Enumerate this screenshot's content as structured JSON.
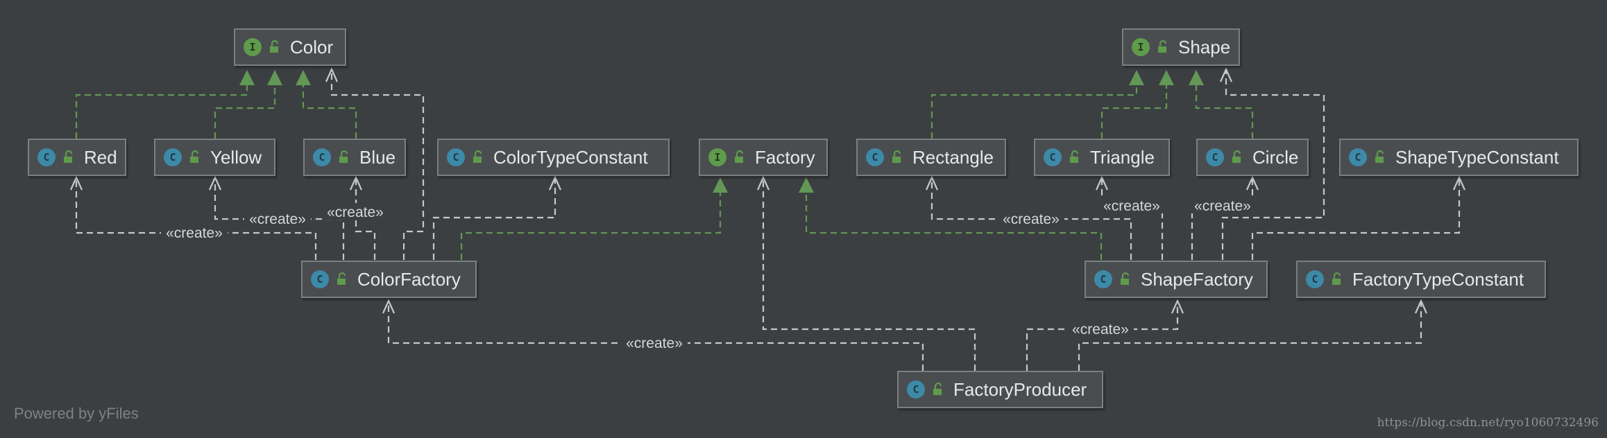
{
  "classes": {
    "color": {
      "label": "Color",
      "kind": "I"
    },
    "shape": {
      "label": "Shape",
      "kind": "I"
    },
    "red": {
      "label": "Red",
      "kind": "C"
    },
    "yellow": {
      "label": "Yellow",
      "kind": "C"
    },
    "blue": {
      "label": "Blue",
      "kind": "C"
    },
    "color_type_constant": {
      "label": "ColorTypeConstant",
      "kind": "C"
    },
    "factory": {
      "label": "Factory",
      "kind": "I"
    },
    "rectangle": {
      "label": "Rectangle",
      "kind": "C"
    },
    "triangle": {
      "label": "Triangle",
      "kind": "C"
    },
    "circle": {
      "label": "Circle",
      "kind": "C"
    },
    "shape_type_constant": {
      "label": "ShapeTypeConstant",
      "kind": "C"
    },
    "color_factory": {
      "label": "ColorFactory",
      "kind": "C"
    },
    "shape_factory": {
      "label": "ShapeFactory",
      "kind": "C"
    },
    "factory_type_constant": {
      "label": "FactoryTypeConstant",
      "kind": "C"
    },
    "factory_producer": {
      "label": "FactoryProducer",
      "kind": "C"
    }
  },
  "relations": [
    {
      "from": "Red",
      "to": "Color",
      "type": "implements"
    },
    {
      "from": "Yellow",
      "to": "Color",
      "type": "implements"
    },
    {
      "from": "Blue",
      "to": "Color",
      "type": "implements"
    },
    {
      "from": "ColorFactory",
      "to": "Color",
      "type": "dependency"
    },
    {
      "from": "ColorFactory",
      "to": "Red",
      "type": "create",
      "label": "«create»"
    },
    {
      "from": "ColorFactory",
      "to": "Yellow",
      "type": "create",
      "label": "«create»"
    },
    {
      "from": "ColorFactory",
      "to": "Blue",
      "type": "create",
      "label": "«create»"
    },
    {
      "from": "ColorFactory",
      "to": "ColorTypeConstant",
      "type": "dependency"
    },
    {
      "from": "ColorFactory",
      "to": "Factory",
      "type": "implements"
    },
    {
      "from": "ShapeFactory",
      "to": "Factory",
      "type": "implements"
    },
    {
      "from": "Rectangle",
      "to": "Shape",
      "type": "implements"
    },
    {
      "from": "Triangle",
      "to": "Shape",
      "type": "implements"
    },
    {
      "from": "Circle",
      "to": "Shape",
      "type": "implements"
    },
    {
      "from": "ShapeFactory",
      "to": "Shape",
      "type": "dependency"
    },
    {
      "from": "ShapeFactory",
      "to": "Rectangle",
      "type": "create",
      "label": "«create»"
    },
    {
      "from": "ShapeFactory",
      "to": "Triangle",
      "type": "create",
      "label": "«create»"
    },
    {
      "from": "ShapeFactory",
      "to": "Circle",
      "type": "create",
      "label": "«create»"
    },
    {
      "from": "ShapeFactory",
      "to": "ShapeTypeConstant",
      "type": "dependency"
    },
    {
      "from": "FactoryProducer",
      "to": "ColorFactory",
      "type": "create",
      "label": "«create»"
    },
    {
      "from": "FactoryProducer",
      "to": "Factory",
      "type": "dependency"
    },
    {
      "from": "FactoryProducer",
      "to": "ShapeFactory",
      "type": "create",
      "label": "«create»"
    },
    {
      "from": "FactoryProducer",
      "to": "FactoryTypeConstant",
      "type": "dependency"
    }
  ],
  "edge_labels": {
    "create": "«create»"
  },
  "colors": {
    "background": "#3c3f41",
    "node_fill": "#4a4d50",
    "node_border": "#7c7f82",
    "implements_edge": "#629755",
    "dependency_edge": "#c8c8c8",
    "class_badge": "#3d8aa8",
    "interface_badge": "#5f9b4c"
  },
  "icons": {
    "class_badge": "class-c-badge",
    "interface_badge": "interface-i-badge",
    "visibility": "open-lock-icon"
  },
  "footer": {
    "powered_by": "Powered by yFiles",
    "watermark": "https://blog.csdn.net/ryo1060732496"
  }
}
